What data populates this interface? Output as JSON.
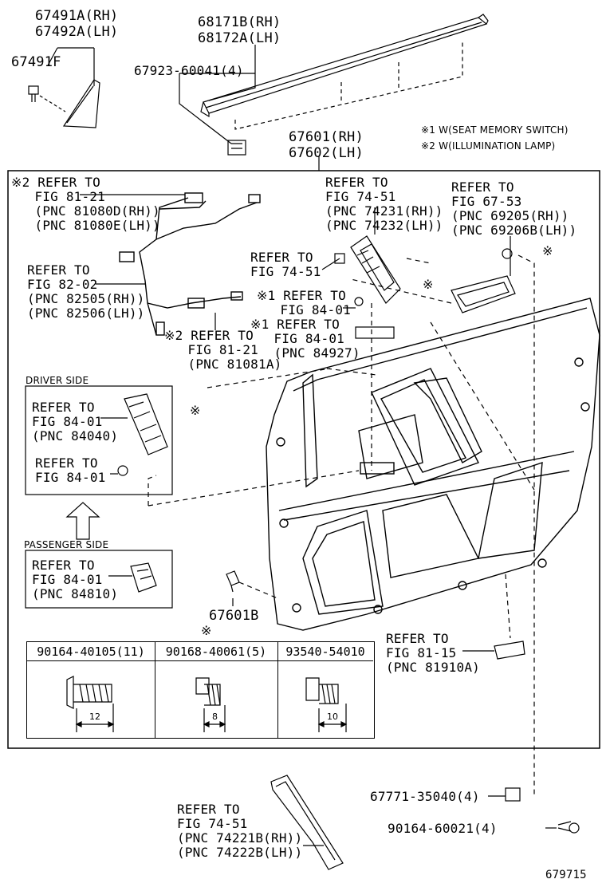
{
  "parts": {
    "p67491": "67491A(RH)\n67492A(LH)",
    "p67491f": "67491F",
    "p68171": "68171B(RH)\n68172A(LH)",
    "p67923": "67923-60041(4)",
    "p67601": "67601(RH)\n67602(LH)",
    "p67601b": "67601B",
    "p67771": "67771-35040(4)",
    "p90164_60021": "90164-60021(4)",
    "fig_no": "679715"
  },
  "notes": {
    "n1": "※1 W(SEAT MEMORY SWITCH)",
    "n2": "※2 W(ILLUMINATION LAMP)"
  },
  "refs": {
    "r81_21a": "※2 REFER TO\n   FIG 81-21\n   (PNC 81080D(RH))\n   (PNC 81080E(LH))",
    "r82_02": "REFER TO\nFIG 82-02\n(PNC 82505(RH))\n(PNC 82506(LH))",
    "r81_21b": "※2 REFER TO\n   FIG 81-21\n   (PNC 81081A)",
    "r74_51a": "REFER TO\nFIG 74-51\n(PNC 74231(RH))\n(PNC 74232(LH))",
    "r67_53": "REFER TO\nFIG 67-53\n(PNC 69205(RH))\n(PNC 69206B(LH))",
    "r74_51b": "REFER TO\nFIG 74-51",
    "r84_01a": "※1 REFER TO\n   FIG 84-01",
    "r84_01b": "※1 REFER TO\n   FIG 84-01\n   (PNC 84927)",
    "r84_01_driver": "REFER TO\nFIG 84-01\n(PNC 84040)",
    "r84_01_driver2": "REFER TO\nFIG 84-01",
    "r84_01_pass": "REFER TO\nFIG 84-01\n(PNC 84810)",
    "r81_15": "REFER TO\nFIG 81-15\n(PNC 81910A)",
    "r74_51c": "REFER TO\nFIG 74-51\n(PNC 74221B(RH))\n(PNC 74222B(LH))"
  },
  "sections": {
    "driver_side": "DRIVER SIDE",
    "passenger_side": "PASSENGER SIDE"
  },
  "table": {
    "mark": "※",
    "columns": [
      {
        "header": "90164-40105(11)",
        "dim": "12"
      },
      {
        "header": "90168-40061(5)",
        "dim": "8"
      },
      {
        "header": "93540-54010",
        "dim": "10"
      }
    ]
  },
  "marks": {
    "kome": "※"
  }
}
